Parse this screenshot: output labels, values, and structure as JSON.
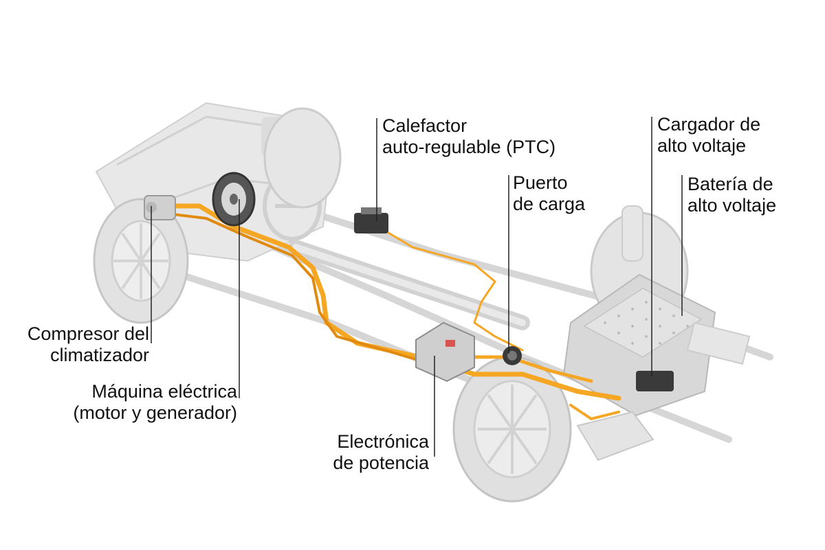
{
  "labels": {
    "heater": {
      "line1": "Calefactor",
      "line2": "auto-regulable (PTC)"
    },
    "charger": {
      "line1": "Cargador de",
      "line2": "alto voltaje"
    },
    "port": {
      "line1": "Puerto",
      "line2": "de carga"
    },
    "battery": {
      "line1": "Batería de",
      "line2": "alto voltaje"
    },
    "compressor": {
      "line1": "Compresor del",
      "line2": "climatizador"
    },
    "motor": {
      "line1": "Máquina eléctrica",
      "line2": "(motor y generador)"
    },
    "electronics": {
      "line1": "Electrónica",
      "line2": "de potencia"
    }
  },
  "colors": {
    "cable": "#f5a623",
    "cable_dark": "#e08a10",
    "body": "#e4e4e4",
    "body_line": "#c8c8c8",
    "leader": "#222222"
  }
}
